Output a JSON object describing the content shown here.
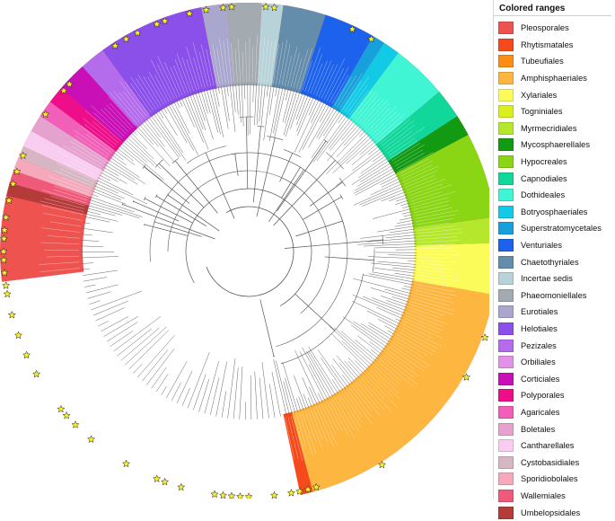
{
  "legend": {
    "title": "Colored ranges",
    "items": [
      {
        "label": "Pleosporales",
        "color": "#ef5350"
      },
      {
        "label": "Rhytismatales",
        "color": "#f44a1c"
      },
      {
        "label": "Tubeufiales",
        "color": "#fb8c14"
      },
      {
        "label": "Amphisphaeriales",
        "color": "#fdb63f"
      },
      {
        "label": "Xylariales",
        "color": "#fbfb5a"
      },
      {
        "label": "Togniniales",
        "color": "#d9f01c"
      },
      {
        "label": "Myrmecridiales",
        "color": "#b5e82c"
      },
      {
        "label": "Mycosphaerellales",
        "color": "#139a13"
      },
      {
        "label": "Hypocreales",
        "color": "#8ad614"
      },
      {
        "label": "Capnodiales",
        "color": "#12d79a"
      },
      {
        "label": "Dothideales",
        "color": "#40f5d4"
      },
      {
        "label": "Botryosphaeriales",
        "color": "#12c9e6"
      },
      {
        "label": "Superstratomycetales",
        "color": "#18a0dd"
      },
      {
        "label": "Venturiales",
        "color": "#1c62ec"
      },
      {
        "label": "Chaetothyriales",
        "color": "#648cab"
      },
      {
        "label": "Incertae sedis",
        "color": "#b7d2d8"
      },
      {
        "label": "Phaeomoniellales",
        "color": "#a3abb0"
      },
      {
        "label": "Eurotiales",
        "color": "#a9a7cd"
      },
      {
        "label": "Helotiales",
        "color": "#8c50ea"
      },
      {
        "label": "Pezizales",
        "color": "#b56cec"
      },
      {
        "label": "Orbiliales",
        "color": "#e293e9"
      },
      {
        "label": "Corticiales",
        "color": "#c90fb6"
      },
      {
        "label": "Polyporales",
        "color": "#ee0e8a"
      },
      {
        "label": "Agaricales",
        "color": "#f15fb8"
      },
      {
        "label": "Boletales",
        "color": "#e6a2cf"
      },
      {
        "label": "Cantharellales",
        "color": "#f8cdf0"
      },
      {
        "label": "Cystobasidiales",
        "color": "#d7b6c3"
      },
      {
        "label": "Sporidiobolales",
        "color": "#f5a9bb"
      },
      {
        "label": "Wallemiales",
        "color": "#ef5a7a"
      },
      {
        "label": "Umbelopsidales",
        "color": "#b53a3a"
      }
    ]
  }
}
